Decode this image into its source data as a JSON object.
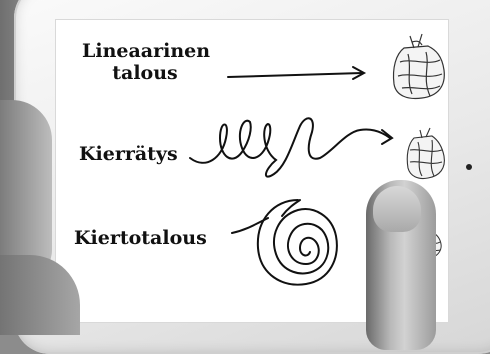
{
  "diagram": {
    "linear": {
      "line1": "Lineaarinen",
      "line2": "talous"
    },
    "recycling": {
      "label": "Kierrätys"
    },
    "circular": {
      "label": "Kiertotalous"
    }
  },
  "icons": [
    "trash-bag-icon",
    "arrow-icon",
    "spiral-icon"
  ],
  "colors": {
    "ink": "#111111",
    "screen": "#ffffff",
    "device": "#eeeeee"
  }
}
